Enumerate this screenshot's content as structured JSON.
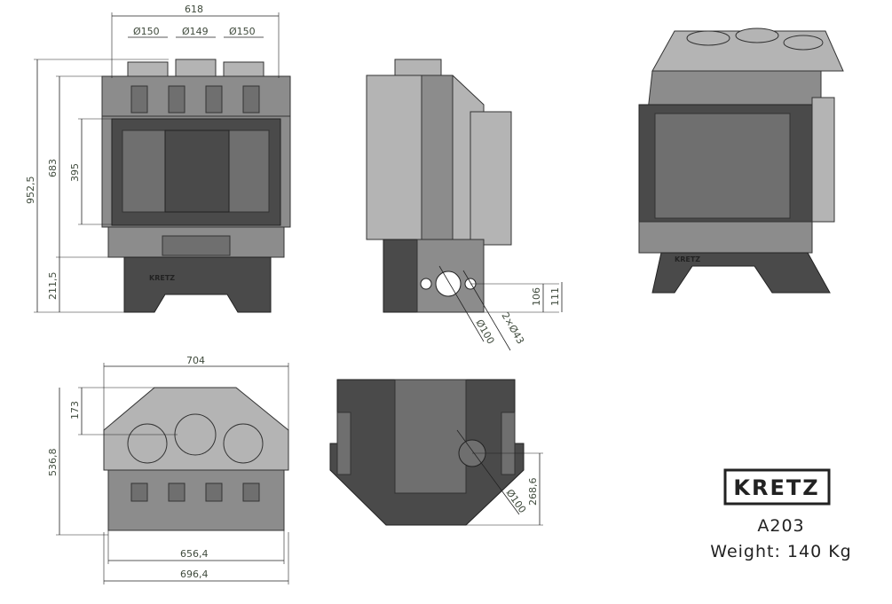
{
  "front_view": {
    "width_top": "618",
    "pipe_left": "Ø150",
    "pipe_center": "Ø149",
    "pipe_right": "Ø150",
    "total_height": "952,5",
    "body_height": "683",
    "door_height": "395",
    "base_height": "211,5",
    "base_logo": "KRETZ"
  },
  "side_view": {
    "inlet_diameter": "Ø100",
    "holes": "2×Ø43",
    "dim_106": "106",
    "dim_111": "111"
  },
  "top_view": {
    "width_outer": "704",
    "depth_top": "173",
    "depth_total": "536,8",
    "width_inner": "656,4",
    "width_base": "696,4"
  },
  "bottom_view": {
    "inlet_diameter": "Ø100",
    "inlet_offset": "268,6"
  },
  "product": {
    "brand": "KRETZ",
    "model": "A203",
    "weight": "Weight: 140 Kg"
  }
}
